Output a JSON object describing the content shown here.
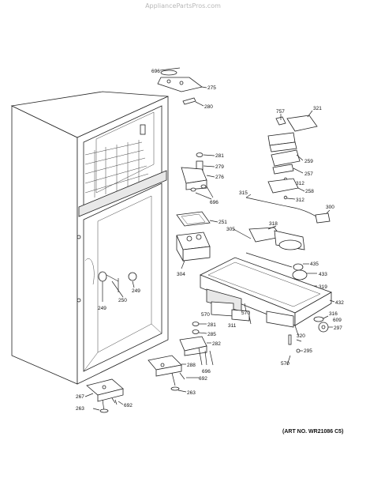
{
  "watermark": "AppliancePartsPros.com",
  "art_number": "(ART NO. WR21086 C5)",
  "callouts": {
    "c696a": "696",
    "c275": "275",
    "c280": "280",
    "c757": "757",
    "c321": "321",
    "c281a": "281",
    "c279": "279",
    "c276": "276",
    "c696b": "696",
    "c259": "259",
    "c257": "257",
    "c312a": "312",
    "c258": "258",
    "c312b": "312",
    "c315": "315",
    "c300": "300",
    "c251": "251",
    "c318": "318",
    "c305": "305",
    "c435": "435",
    "c433": "433",
    "c304": "304",
    "c319": "319",
    "c432": "432",
    "c570a": "570",
    "c570b": "570",
    "c311": "311",
    "c250": "250",
    "c249a": "249",
    "c249b": "249",
    "c316": "316",
    "c609": "609",
    "c297": "297",
    "c320": "320",
    "c281b": "281",
    "c285": "285",
    "c282": "282",
    "c295": "295",
    "c570c": "570",
    "c288": "288",
    "c696c": "696",
    "c692a": "692",
    "c263a": "263",
    "c267": "267",
    "c263b": "263",
    "c692b": "692"
  }
}
